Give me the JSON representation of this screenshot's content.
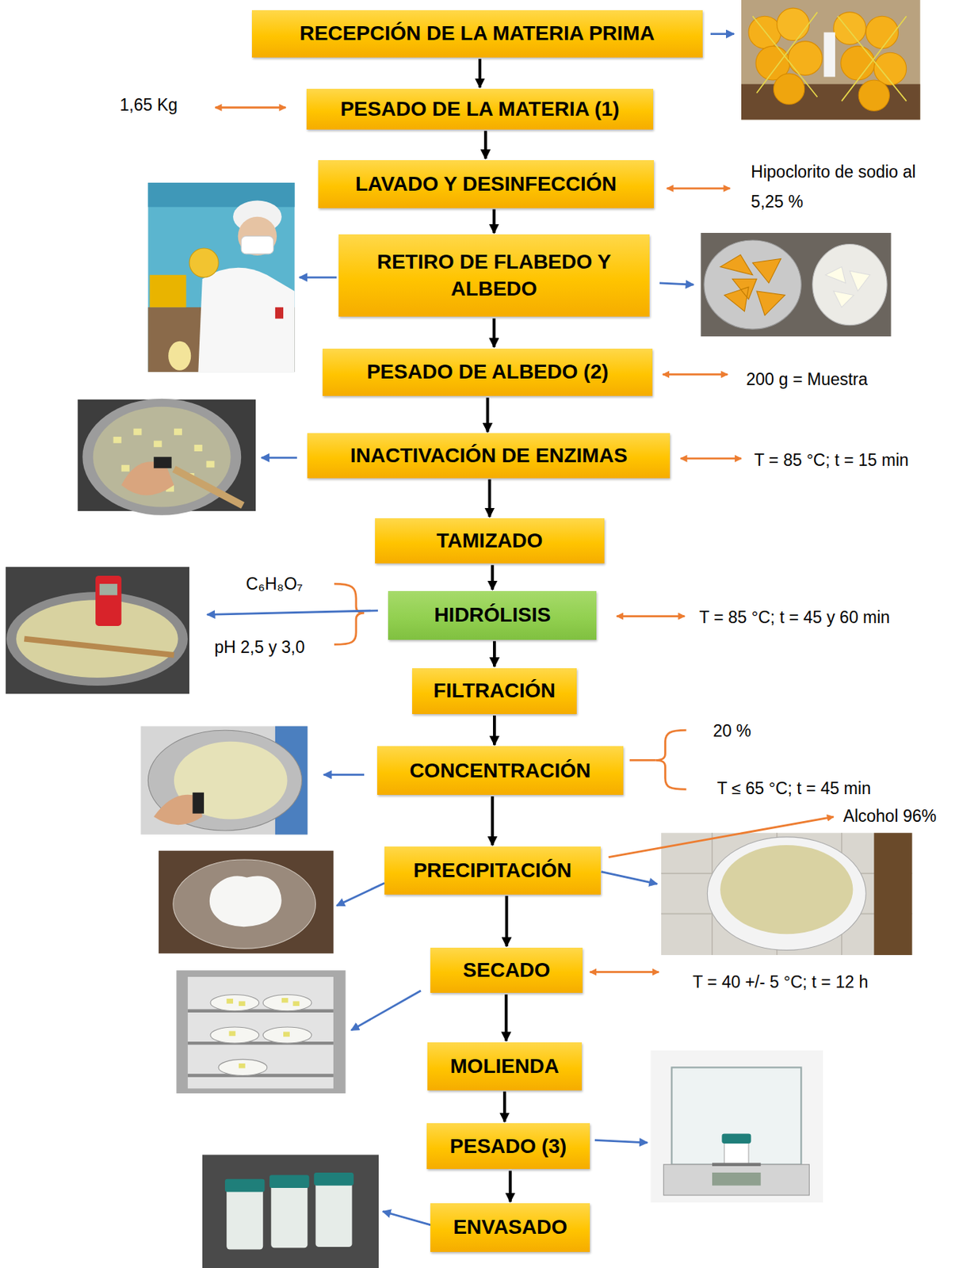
{
  "diagram": {
    "nodes": [
      {
        "text": [
          "RECEPCIÓN DE LA MATERIA PRIMA"
        ]
      },
      {
        "text": [
          "PESADO DE LA MATERIA (1)"
        ]
      },
      {
        "text": [
          "LAVADO Y DESINFECCIÓN"
        ]
      },
      {
        "text": [
          "RETIRO DE FLABEDO Y ALBEDO"
        ]
      },
      {
        "text": [
          "PESADO DE ALBEDO (2)"
        ]
      },
      {
        "text": [
          "INACTIVACIÓN DE ENZIMAS"
        ]
      },
      {
        "text": [
          "TAMIZADO"
        ]
      },
      {
        "text": [
          "HIDRÓLISIS"
        ]
      },
      {
        "text": [
          "FILTRACIÓN"
        ]
      },
      {
        "text": [
          "CONCENTRACIÓN"
        ]
      },
      {
        "text": [
          "PRECIPITACIÓN"
        ]
      },
      {
        "text": [
          "SECADO"
        ]
      },
      {
        "text": [
          "MOLIENDA"
        ]
      },
      {
        "text": [
          "PESADO (3)"
        ]
      },
      {
        "text": [
          "ENVASADO"
        ]
      }
    ],
    "edges": [
      {
        "from": 0,
        "to": 1,
        "arrow": "to"
      },
      {
        "from": 1,
        "to": 2,
        "arrow": "to"
      },
      {
        "from": 2,
        "to": 3,
        "arrow": "to"
      },
      {
        "from": 3,
        "to": 4,
        "arrow": "to"
      },
      {
        "from": 4,
        "to": 5,
        "arrow": "to"
      },
      {
        "from": 5,
        "to": 6,
        "arrow": "to"
      },
      {
        "from": 6,
        "to": 7,
        "arrow": "to"
      },
      {
        "from": 7,
        "to": 8,
        "arrow": "to"
      },
      {
        "from": 8,
        "to": 9,
        "arrow": "to"
      },
      {
        "from": 9,
        "to": 10,
        "arrow": "to"
      },
      {
        "from": 10,
        "to": 11,
        "arrow": "to"
      },
      {
        "from": 11,
        "to": 12,
        "arrow": "to"
      },
      {
        "from": 12,
        "to": 13,
        "arrow": "to"
      },
      {
        "from": 13,
        "to": 14,
        "arrow": "to"
      }
    ],
    "labels": [
      "1,65 Kg",
      "Hipoclorito de sodio al 5,25 %",
      "200 g = Muestra",
      "T = 85 °C; t = 15 min",
      "C₆H₈O₇",
      "pH 2,5 y 3,0",
      "T = 85 °C; t = 45 y 60 min",
      "20 %",
      "T ≤ 65 °C; t = 45 min",
      "Alcohol 96%",
      "T = 40 +/- 5 °C; t = 12 h"
    ]
  }
}
